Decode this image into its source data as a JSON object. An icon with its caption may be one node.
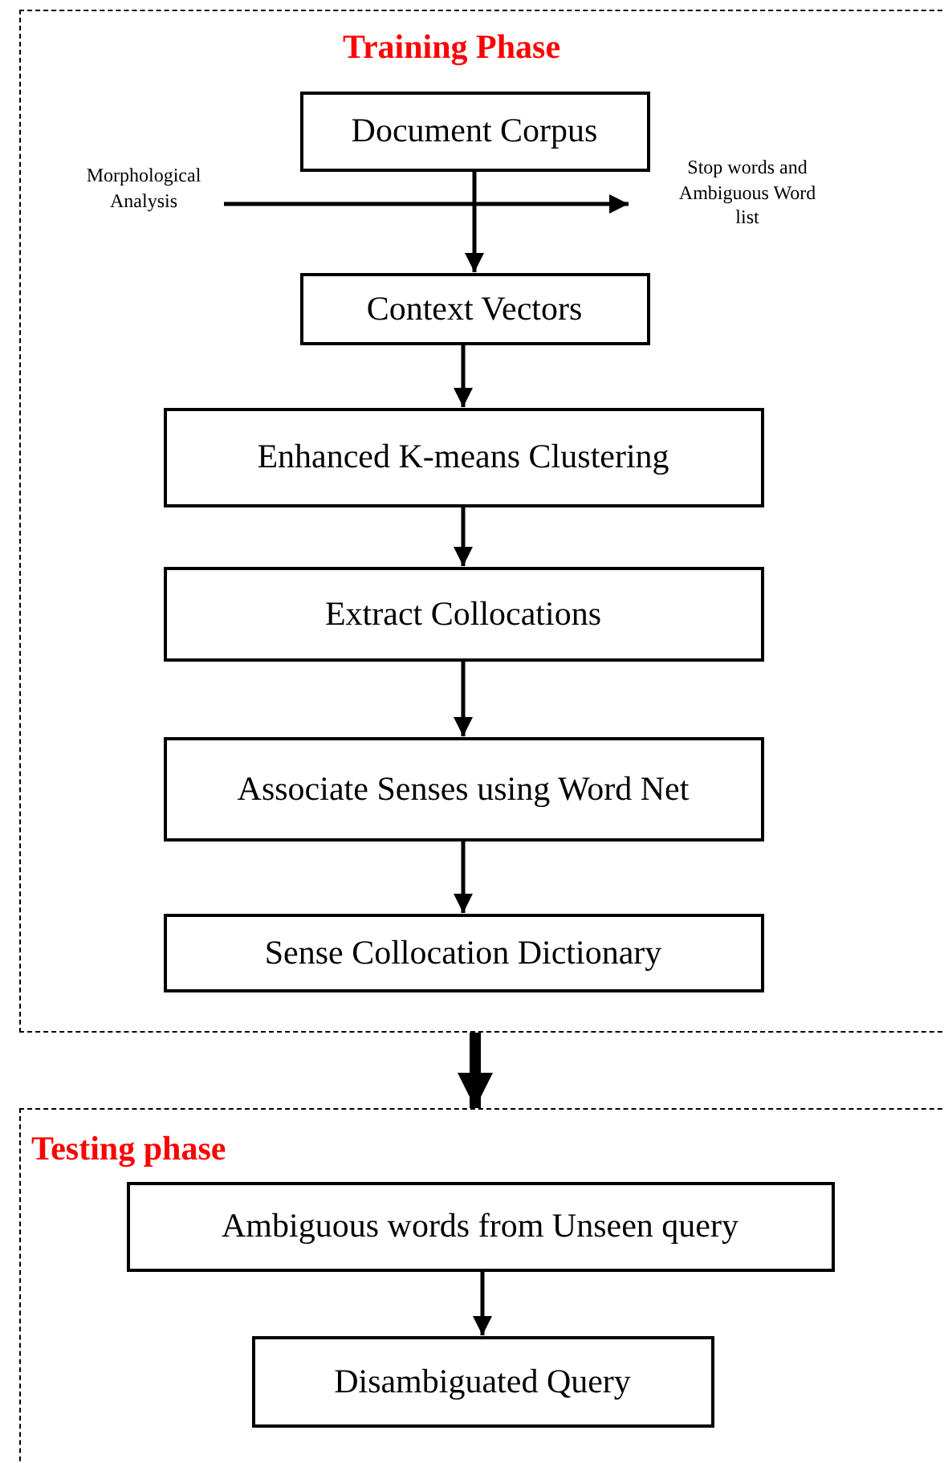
{
  "diagram": {
    "nodes": [
      {
        "text": [
          "Training Phase"
        ]
      },
      {
        "text": [
          "Document Corpus"
        ],
        "in": 0
      },
      {
        "text": [
          "Morphological Analysis"
        ],
        "in": 0
      },
      {
        "text": [
          "Stop words and Ambiguous Word list"
        ],
        "in": 0
      },
      {
        "text": [
          "Context Vectors"
        ],
        "in": 0
      },
      {
        "text": [
          "Enhanced K-means Clustering"
        ],
        "in": 0
      },
      {
        "text": [
          "Extract Collocations"
        ],
        "in": 0
      },
      {
        "text": [
          "Associate Senses using Word Net"
        ],
        "in": 0
      },
      {
        "text": [
          "Sense Collocation Dictionary"
        ],
        "in": 0
      },
      {
        "text": [
          "Testing phase"
        ]
      },
      {
        "text": [
          "Ambiguous words from Unseen query"
        ],
        "in": 9
      },
      {
        "text": [
          "Disambiguated Query"
        ],
        "in": 9
      }
    ],
    "edges": [
      {
        "from": 2,
        "to": 3,
        "arrow": "to"
      },
      {
        "from": 1,
        "to": 4,
        "arrow": "to"
      },
      {
        "from": 4,
        "to": 5,
        "arrow": "to"
      },
      {
        "from": 5,
        "to": 6,
        "arrow": "to"
      },
      {
        "from": 6,
        "to": 7,
        "arrow": "to"
      },
      {
        "from": 7,
        "to": 8,
        "arrow": "to"
      },
      {
        "from": 0,
        "to": 9,
        "arrow": "to",
        "style": "thick"
      },
      {
        "from": 10,
        "to": 11,
        "arrow": "to"
      }
    ]
  }
}
